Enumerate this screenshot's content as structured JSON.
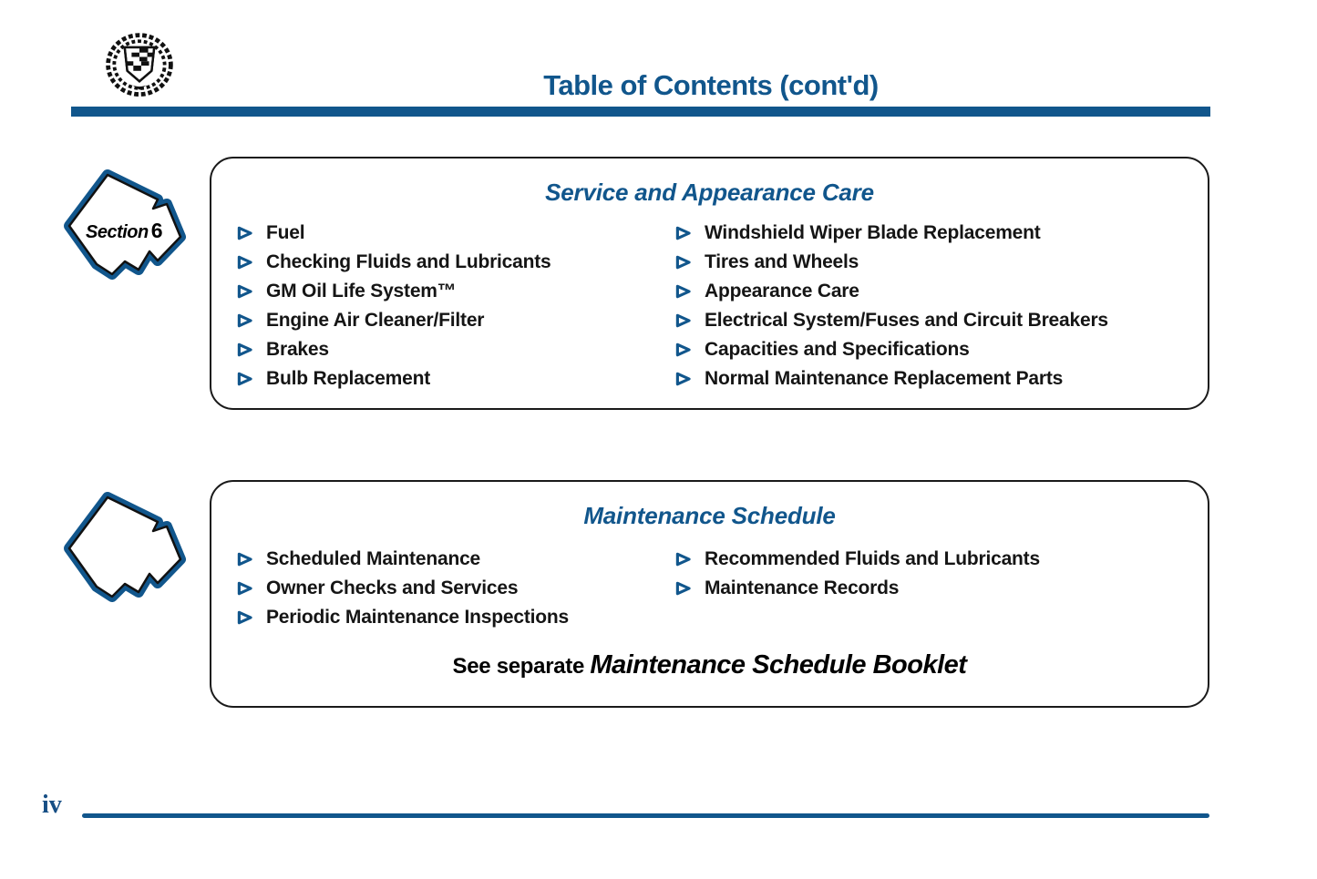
{
  "page": {
    "title": "Table of Contents (cont'd)",
    "page_number": "iv",
    "accent_color": "#11568C"
  },
  "logo": {
    "icon": "cadillac-crest-logo"
  },
  "section_arrow": {
    "icon": "hand-drawn-arrow",
    "label_prefix": "Section",
    "label_number": "6"
  },
  "bullet_icon": "triangle-right-icon",
  "sections": [
    {
      "title": "Service and Appearance Care",
      "left_items": [
        "Fuel",
        "Checking Fluids and Lubricants",
        "GM Oil Life System™",
        "Engine Air Cleaner/Filter",
        "Brakes",
        "Bulb Replacement"
      ],
      "right_items": [
        "Windshield Wiper Blade Replacement",
        "Tires and Wheels",
        "Appearance Care",
        "Electrical System/Fuses and Circuit Breakers",
        "Capacities and Specifications",
        "Normal Maintenance Replacement Parts"
      ]
    },
    {
      "title": "Maintenance Schedule",
      "left_items": [
        "Scheduled Maintenance",
        "Owner Checks and Services",
        "Periodic Maintenance Inspections"
      ],
      "right_items": [
        "Recommended Fluids and Lubricants",
        "Maintenance Records"
      ],
      "footnote_prefix": "See separate ",
      "footnote_italic": "Maintenance Schedule Booklet"
    }
  ]
}
